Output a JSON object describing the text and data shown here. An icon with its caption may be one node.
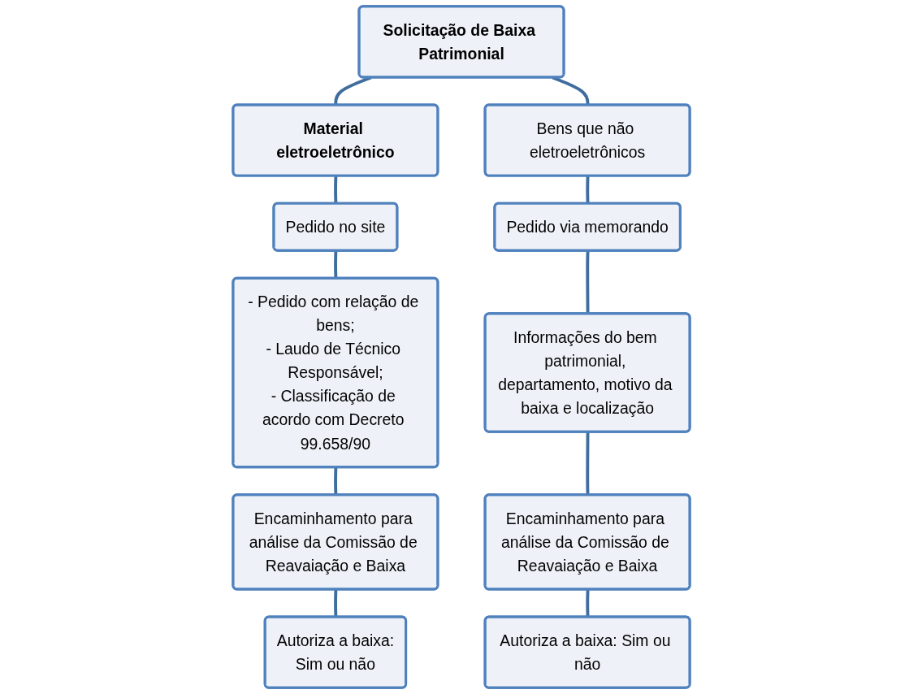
{
  "diagram": {
    "nodes": [
      {
        "text": [
          "Solicitação de Baixa Patrimonial"
        ]
      },
      {
        "text": [
          "Material eletroeletrônico"
        ]
      },
      {
        "text": [
          "Pedido no site"
        ]
      },
      {
        "text": [
          "- Pedido com relação de bens;",
          "- Laudo de Técnico Responsável;",
          "- Classificação de acordo com Decreto 99.658/90"
        ]
      },
      {
        "text": [
          "Encaminhamento para análise da Comissão de Reavaiação e Baixa"
        ]
      },
      {
        "text": [
          "Autoriza a baixa:",
          "Sim ou não"
        ]
      },
      {
        "text": [
          "Bens que não eletroeletrônicos"
        ]
      },
      {
        "text": [
          "Pedido via memorando"
        ]
      },
      {
        "text": [
          "Informações do bem patrimonial, departamento, motivo da baixa e localização"
        ]
      },
      {
        "text": [
          "Encaminhamento para análise da Comissão de Reavaiação e Baixa"
        ]
      },
      {
        "text": [
          "Autoriza a baixa: Sim ou não"
        ]
      }
    ],
    "edges": [
      {
        "from": 0,
        "to": 1,
        "arrow": "none"
      },
      {
        "from": 0,
        "to": 6,
        "arrow": "none"
      },
      {
        "from": 1,
        "to": 2,
        "arrow": "none"
      },
      {
        "from": 2,
        "to": 3,
        "arrow": "none"
      },
      {
        "from": 3,
        "to": 4,
        "arrow": "none"
      },
      {
        "from": 4,
        "to": 5,
        "arrow": "none"
      },
      {
        "from": 6,
        "to": 7,
        "arrow": "none"
      },
      {
        "from": 7,
        "to": 8,
        "arrow": "none"
      },
      {
        "from": 8,
        "to": 9,
        "arrow": "none"
      },
      {
        "from": 9,
        "to": 10,
        "arrow": "none"
      }
    ]
  }
}
